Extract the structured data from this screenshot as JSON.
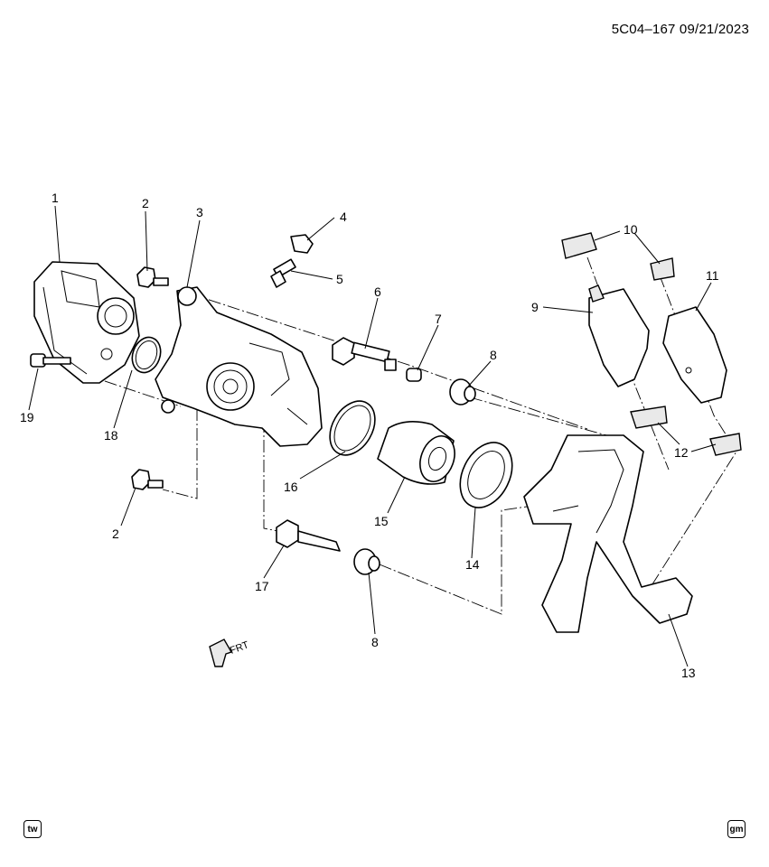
{
  "reference": "5C04–167  09/21/2023",
  "direction_label": "FRT",
  "badges": {
    "left": "tw",
    "right": "gm"
  },
  "callouts": [
    {
      "id": "c1",
      "label": "1"
    },
    {
      "id": "c2a",
      "label": "2"
    },
    {
      "id": "c3",
      "label": "3"
    },
    {
      "id": "c4",
      "label": "4"
    },
    {
      "id": "c5",
      "label": "5"
    },
    {
      "id": "c6",
      "label": "6"
    },
    {
      "id": "c7",
      "label": "7"
    },
    {
      "id": "c8a",
      "label": "8"
    },
    {
      "id": "c9",
      "label": "9"
    },
    {
      "id": "c10",
      "label": "10"
    },
    {
      "id": "c11",
      "label": "11"
    },
    {
      "id": "c12",
      "label": "12"
    },
    {
      "id": "c13",
      "label": "13"
    },
    {
      "id": "c14",
      "label": "14"
    },
    {
      "id": "c15",
      "label": "15"
    },
    {
      "id": "c16",
      "label": "16"
    },
    {
      "id": "c17",
      "label": "17"
    },
    {
      "id": "c18",
      "label": "18"
    },
    {
      "id": "c19",
      "label": "19"
    },
    {
      "id": "c2b",
      "label": "2"
    },
    {
      "id": "c8b",
      "label": "8"
    }
  ]
}
